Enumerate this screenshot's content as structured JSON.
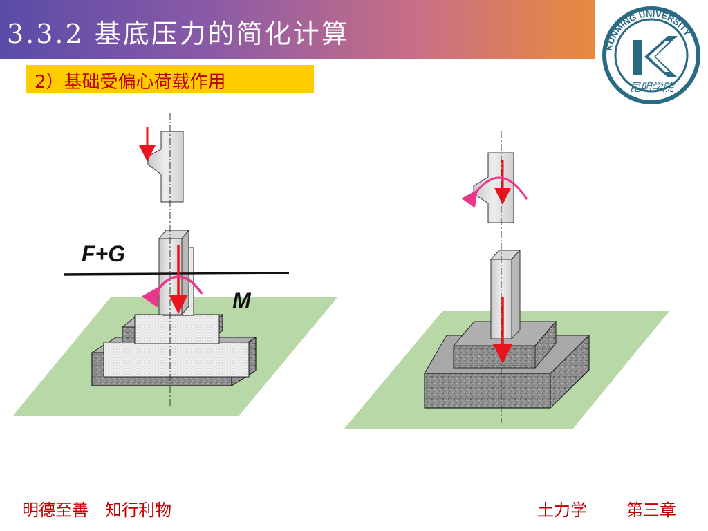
{
  "header": {
    "title": "3.3.2 基底压力的简化计算",
    "subtitle": "2）基础受偏心荷载作用"
  },
  "logo": {
    "ring_text": "KUNMING UNIVERSITY",
    "bottom_text": "昆明学院",
    "color": "#2b6a84"
  },
  "diagram": {
    "left_force_label": "F+G",
    "left_moment_label": "M"
  },
  "footer": {
    "motto": "明德至善　知行利物",
    "course": "土力学",
    "chapter": "第三章"
  },
  "colors": {
    "accent_red": "#c00000",
    "highlight_yellow": "#ffcc00",
    "ground_green": "#b8d8a8",
    "arrow_red": "#e8141e",
    "moment_pink": "#e8378c"
  }
}
